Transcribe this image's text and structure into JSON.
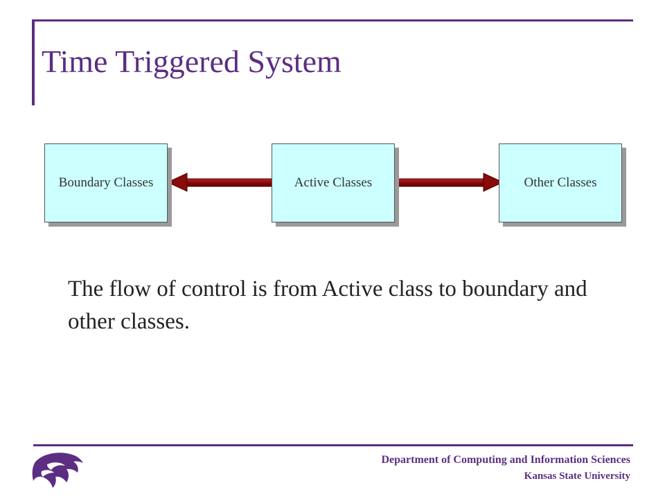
{
  "slide": {
    "title": "Time Triggered System",
    "body": "The flow of control is from Active class to boundary and other classes."
  },
  "diagram": {
    "nodes": [
      {
        "id": "boundary",
        "label": "Boundary Classes"
      },
      {
        "id": "active",
        "label": "Active Classes"
      },
      {
        "id": "other",
        "label": "Other Classes"
      }
    ],
    "edges": [
      {
        "from": "active",
        "to": "boundary"
      },
      {
        "from": "active",
        "to": "other"
      }
    ],
    "colors": {
      "box_fill": "#ccffff",
      "arrow": "#8b0a0a",
      "accent": "#5c2d82"
    }
  },
  "footer": {
    "department": "Department of Computing and Information Sciences",
    "university": "Kansas State University",
    "logo_icon": "wildcat-logo-icon"
  }
}
